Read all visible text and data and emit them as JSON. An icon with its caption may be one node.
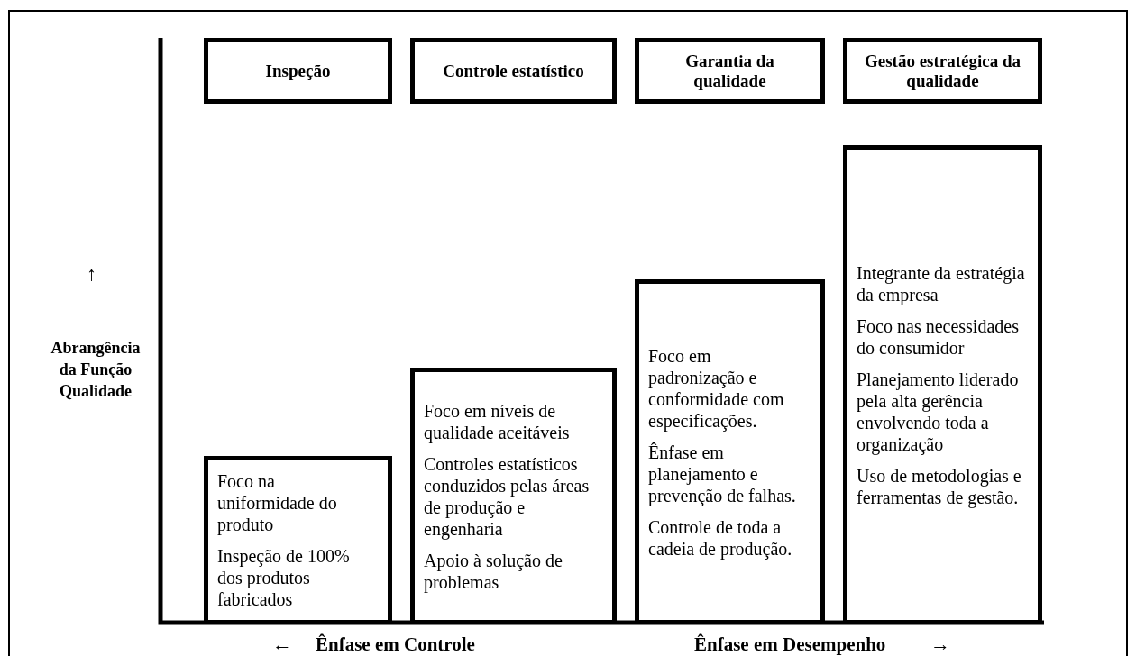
{
  "diagram": {
    "nodes": [
      {
        "text": [
          "Inspeção"
        ]
      },
      {
        "text": [
          "Controle estatístico"
        ]
      },
      {
        "text": [
          "Garantia da qualidade"
        ]
      },
      {
        "text": [
          "Gestão estratégica da qualidade"
        ]
      },
      {
        "text": [
          "Foco na uniformidade do produto",
          "Inspeção de 100% dos produtos fabricados"
        ]
      },
      {
        "text": [
          "Foco em níveis de qualidade aceitáveis",
          "Controles estatísticos conduzidos pelas áreas de produção e engenharia",
          "Apoio à solução de problemas"
        ]
      },
      {
        "text": [
          "Foco em padronização e conformidade com especificações.",
          "Ênfase em planejamento e prevenção de falhas.",
          "Controle de toda a cadeia de produção."
        ]
      },
      {
        "text": [
          "Integrante da estratégia da empresa",
          "Foco nas necessidades do consumidor",
          "Planejamento liderado pela alta gerência envolvendo toda a organização",
          "Uso de metodologias e ferramentas de gestão."
        ]
      }
    ],
    "labels": [
      "↑",
      "Abrangência da Função Qualidade",
      "←",
      "Ênfase em Controle",
      "Ênfase em Desempenho",
      "→"
    ]
  }
}
